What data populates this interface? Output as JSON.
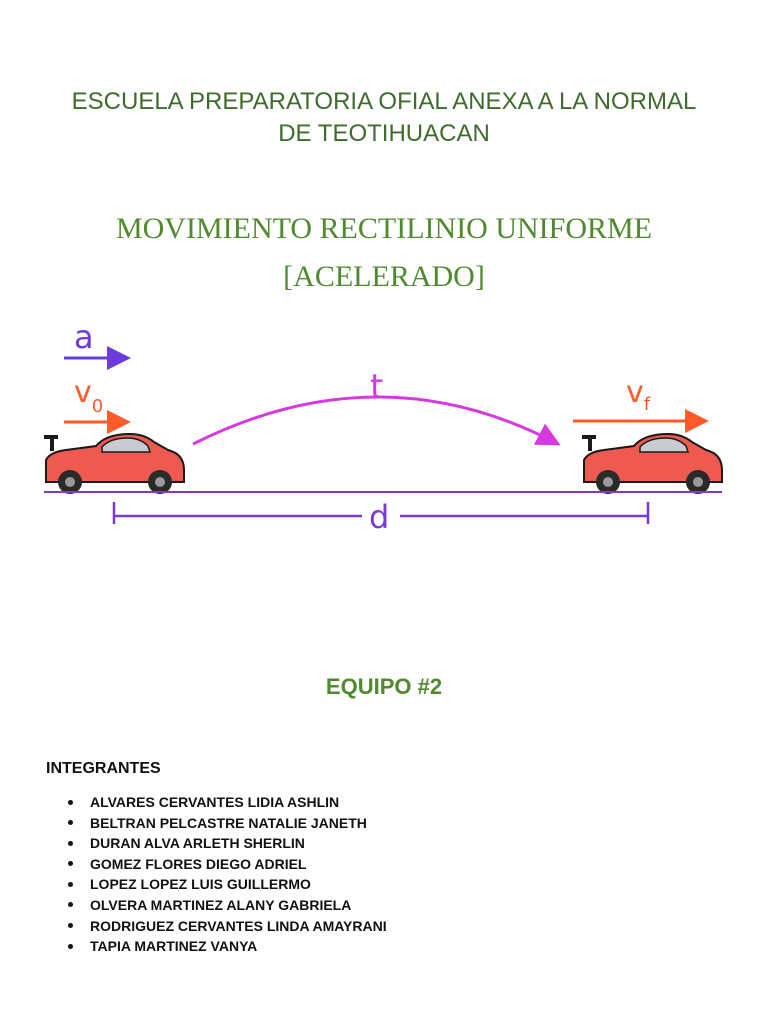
{
  "header": {
    "school_line1": "ESCUELA PREPARATORIA OFIAL ANEXA A LA NORMAL",
    "school_line2": "DE TEOTIHUACAN"
  },
  "title": {
    "line1": "MOVIMIENTO RECTILINIO UNIFORME",
    "line2": "[ACELERADO]"
  },
  "diagram": {
    "labels": {
      "acceleration": "a",
      "initial_velocity": "v",
      "initial_velocity_sub": "0",
      "time": "t",
      "final_velocity": "v",
      "final_velocity_sub": "f",
      "distance": "d"
    },
    "icons": [
      "race-car-icon",
      "race-car-icon"
    ],
    "colors": {
      "acceleration": "#6b3be0",
      "velocity": "#ff5a2a",
      "time": "#d63adf",
      "distance": "#7b3ad6",
      "car_body": "#ef5a50"
    }
  },
  "team": {
    "label": "EQUIPO #2"
  },
  "members": {
    "heading": "INTEGRANTES",
    "items": [
      "ALVARES CERVANTES LIDIA ASHLIN",
      "BELTRAN PELCASTRE NATALIE JANETH",
      "DURAN ALVA ARLETH SHERLIN",
      "GOMEZ FLORES DIEGO ADRIEL",
      "LOPEZ LOPEZ LUIS GUILLERMO",
      "OLVERA MARTINEZ ALANY GABRIELA",
      "RODRIGUEZ CERVANTES LINDA AMAYRANI",
      "TAPIA MARTINEZ VANYA"
    ]
  }
}
